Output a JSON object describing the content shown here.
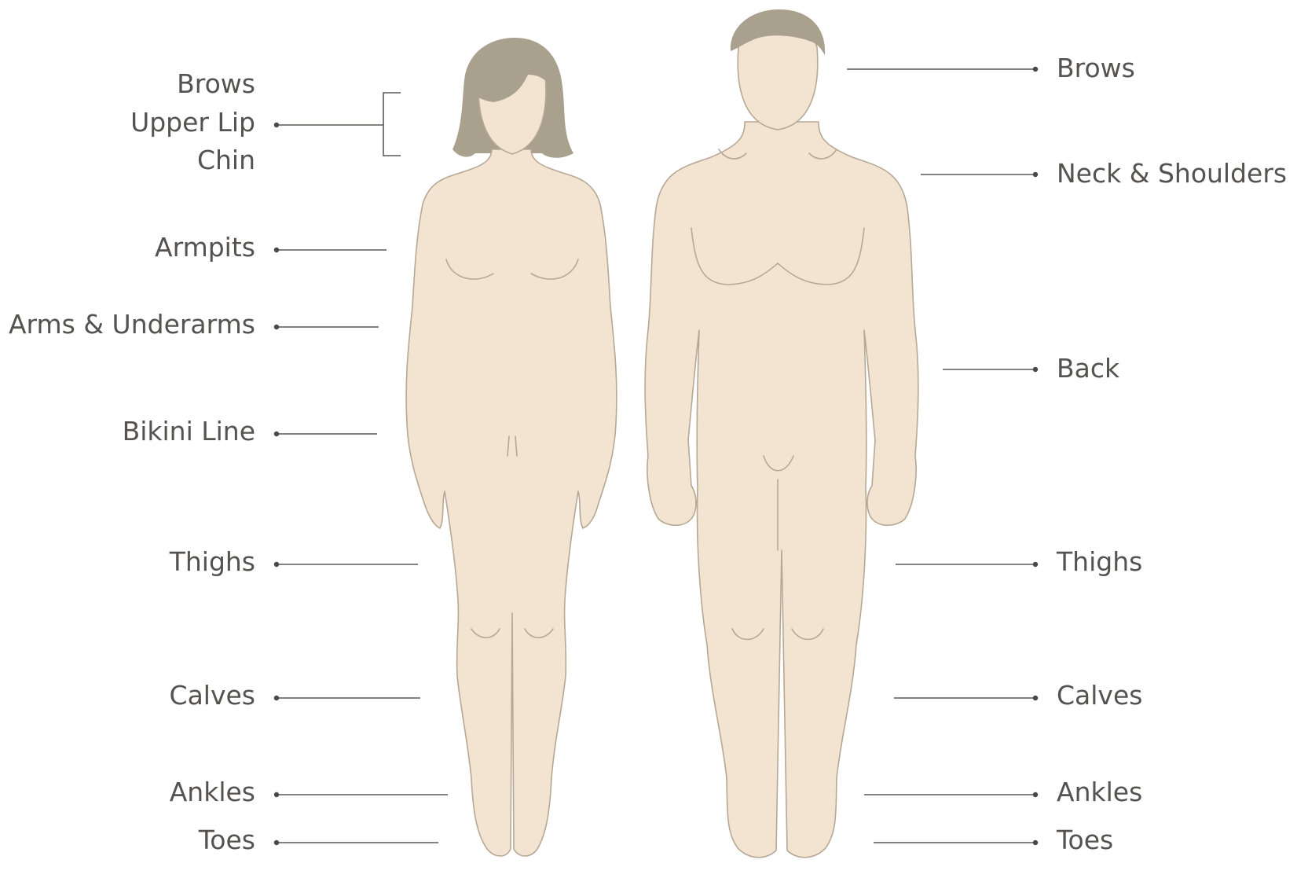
{
  "colors": {
    "skin": "#f3e4d2",
    "skin_outline": "#b5a894",
    "hair": "#a9a08d",
    "label_text": "#55524f",
    "leader_line": "#5b5855"
  },
  "female_labels": {
    "brows": "Brows",
    "upper_lip": "Upper Lip",
    "chin": "Chin",
    "armpits": "Armpits",
    "arms_underarms": "Arms & Underarms",
    "bikini_line": "Bikini Line",
    "thighs": "Thighs",
    "calves": "Calves",
    "ankles": "Ankles",
    "toes": "Toes"
  },
  "male_labels": {
    "brows": "Brows",
    "neck_shoulders": "Neck & Shoulders",
    "back": "Back",
    "thighs": "Thighs",
    "calves": "Calves",
    "ankles": "Ankles",
    "toes": "Toes"
  }
}
